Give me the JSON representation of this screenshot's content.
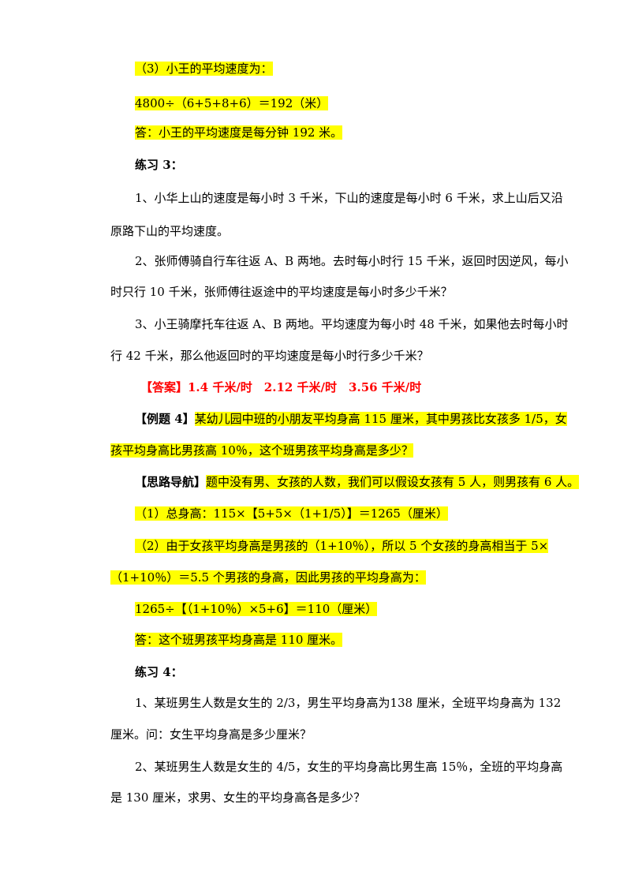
{
  "example3": {
    "step3_title": "（3）小王的平均速度为：",
    "step3_formula": "4800÷（6+5+8+6）＝192（米）",
    "step3_answer": "答：小王的平均速度是每分钟 192 米。"
  },
  "practice3": {
    "title": "练习 3：",
    "q1_line1": "1、小华上山的速度是每小时 3 千米，下山的速度是每小时 6 千米，求上山后又沿",
    "q1_line2": "原路下山的平均速度。",
    "q2_line1": "2、张师傅骑自行车往返 A、B 两地。去时每小时行 15 千米，返回时因逆风，每小",
    "q2_line2": "时只行 10 千米，张师傅往返途中的平均速度是每小时多少千米？",
    "q3_line1": "3、小王骑摩托车往返 A、B 两地。平均速度为每小时 48 千米，如果他去时每小时",
    "q3_line2": "行 42 千米，那么他返回时的平均速度是每小时行多少千米？",
    "answer": "【答案】1.4 千米/时　2.12 千米/时　3.56 千米/时"
  },
  "example4": {
    "label": "【例题 4】",
    "text_line1": "某幼儿园中班的小朋友平均身高 115 厘米，其中男孩比女孩多 1/5，女",
    "text_line2": "孩平均身高比男孩高 10％，这个班男孩平均身高是多少？",
    "guide_label": "【思路导航】",
    "guide_text": "题中没有男、女孩的人数，我们可以假设女孩有 5 人，则男孩有 6 人。",
    "step1": "（1）总身高：115×【5+5×（1+1/5）】＝1265（厘米）",
    "step2_line1": "（2）由于女孩平均身高是男孩的（1+10％），所以 5 个女孩的身高相当于 5×",
    "step2_line2": "（1+10％）＝5.5 个男孩的身高，因此男孩的平均身高为：",
    "step2_formula": "1265÷【（1+10％）×5+6】＝110（厘米）",
    "answer": "答：这个班男孩平均身高是 110 厘米。"
  },
  "practice4": {
    "title": "练习 4：",
    "q1_line1": "1、某班男生人数是女生的 2/3，男生平均身高为138 厘米，全班平均身高为 132",
    "q1_line2": "厘米。问：女生平均身高是多少厘米？",
    "q2_line1": "2、某班男生人数是女生的 4/5，女生的平均身高比男生高 15％，全班的平均身高",
    "q2_line2": "是 130 厘米，求男、女生的平均身高各是多少？"
  }
}
